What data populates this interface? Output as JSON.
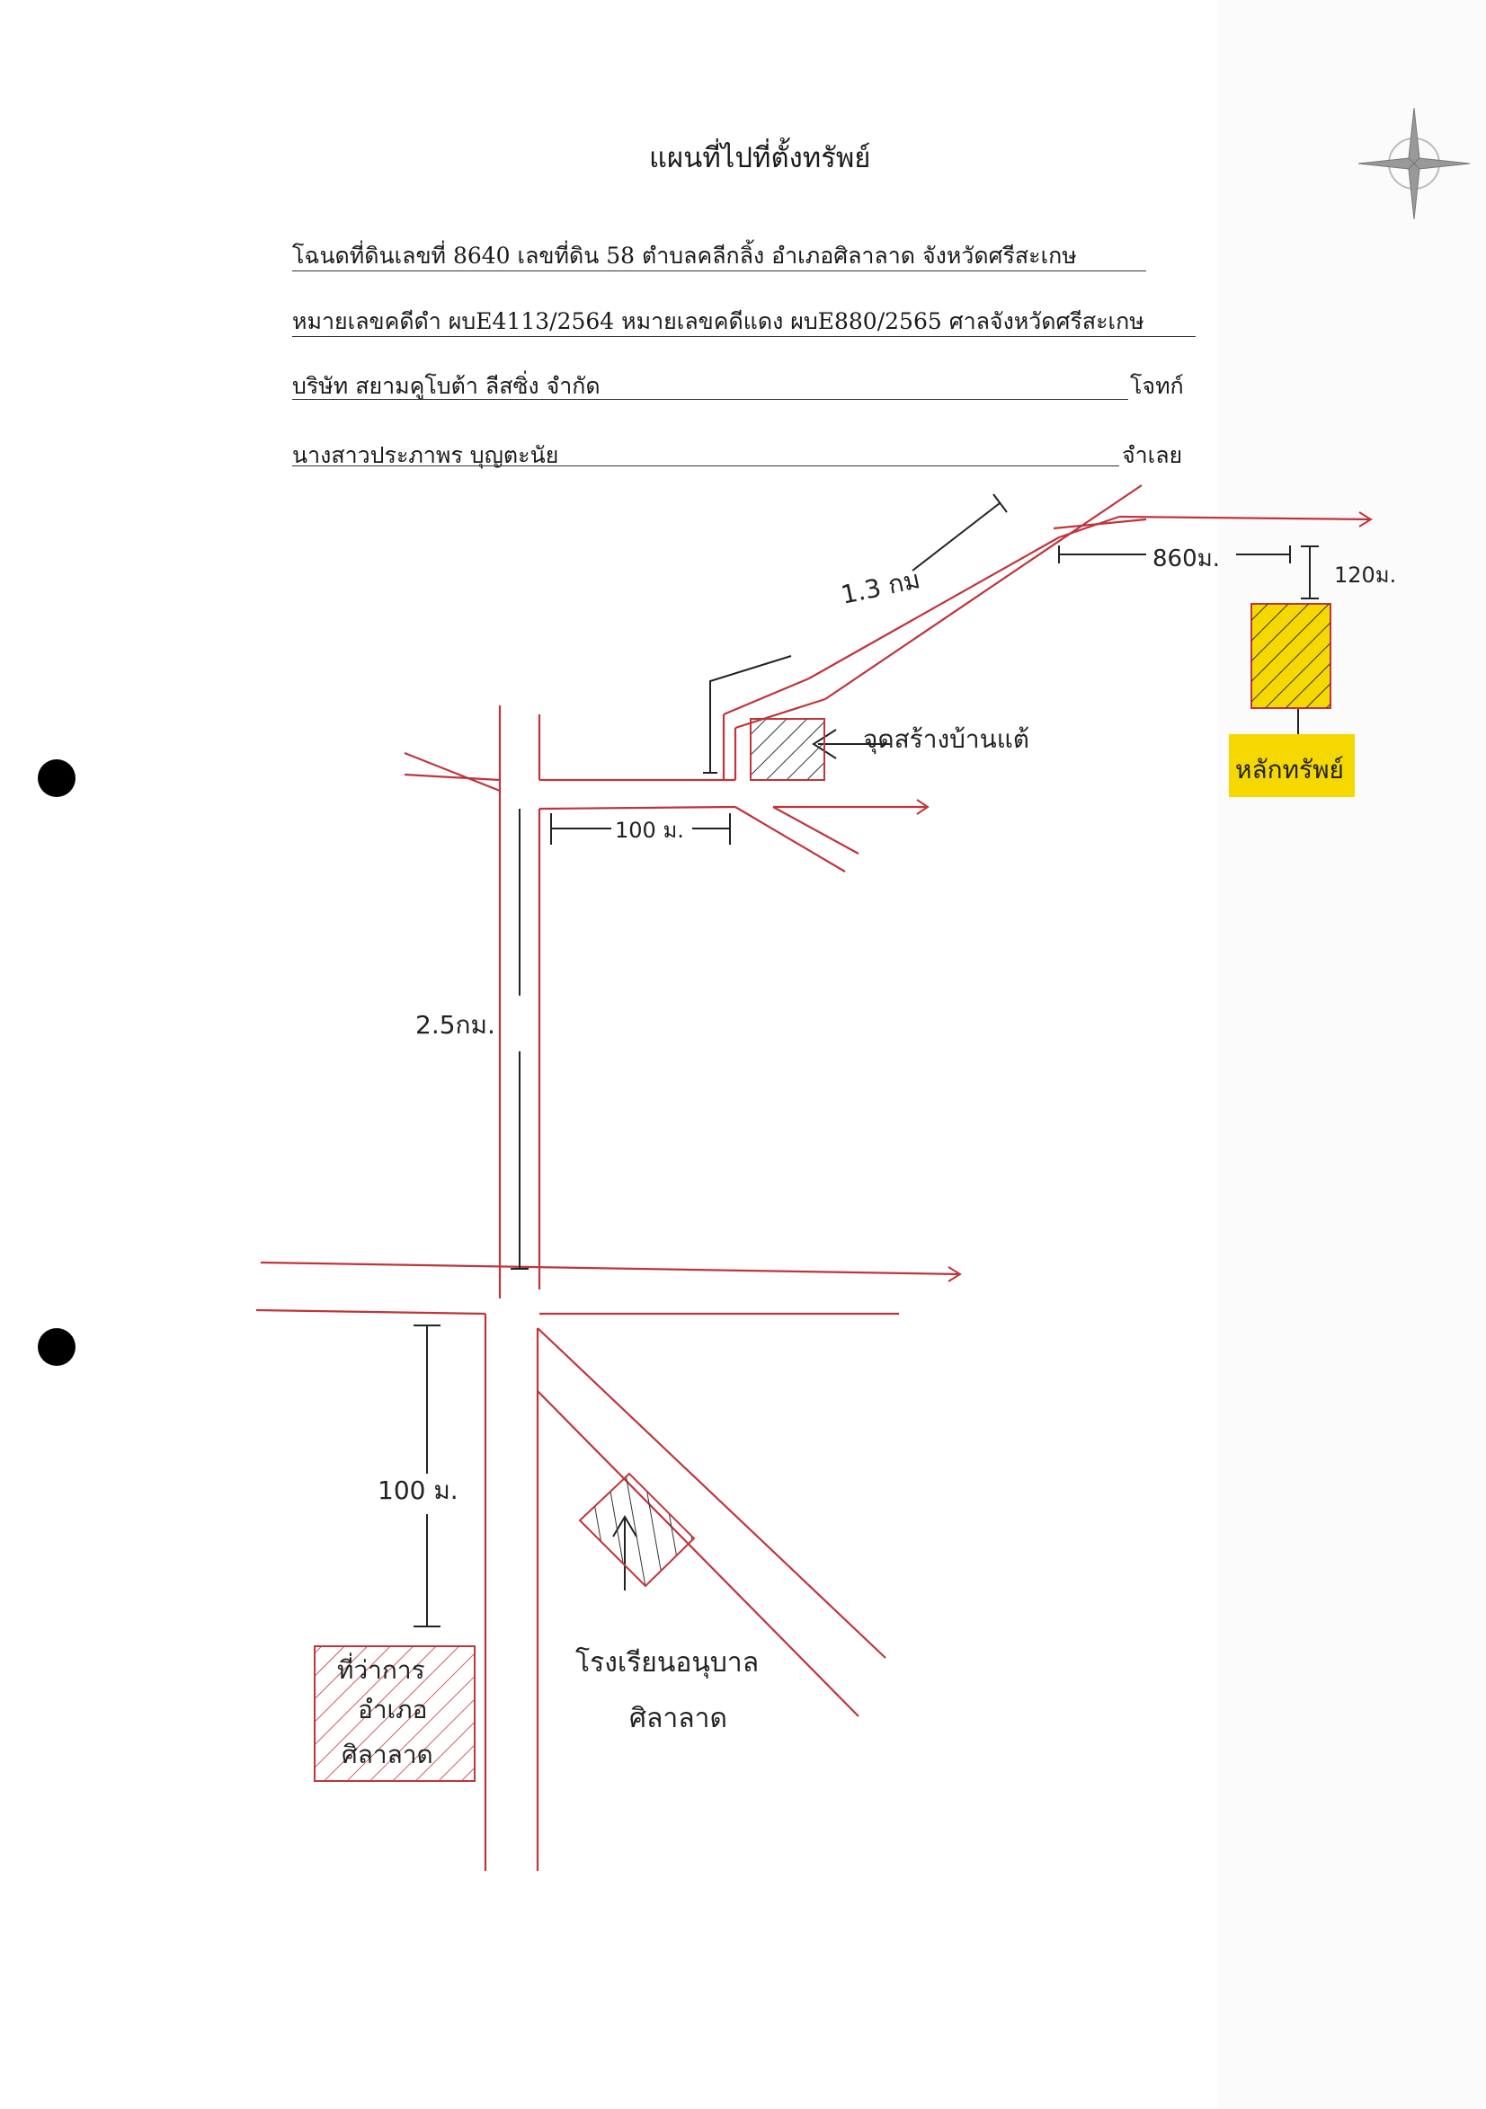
{
  "header": {
    "title": "แผนที่ไปที่ตั้งทรัพย์",
    "line1": "โฉนดที่ดินเลขที่ 8640 เลขที่ดิน 58 ตำบลคลีกลิ้ง อำเภอศิลาลาด จังหวัดศรีสะเกษ",
    "line2": "หมายเลขคดีดำ ผบE4113/2564 หมายเลขคดีแดง ผบE880/2565 ศาลจังหวัดศรีสะเกษ",
    "plaintiff_name": "บริษัท สยามคูโบต้า ลีสซิ่ง จำกัด",
    "plaintiff_role": "โจทก์",
    "defendant_name": "นางสาวประภาพร บุญตะนัย",
    "defendant_role": "จำเลย"
  },
  "map_labels": {
    "dist_1_3km": "1.3 กม",
    "dist_860m": "860ม.",
    "dist_120m": "120ม.",
    "shop": "จุดสร้างบ้านแต้",
    "property": "หลักทรัพย์",
    "dist_100m_top": "100 ม.",
    "dist_2_5km": "2.5กม.",
    "dist_100m_bottom": "100 ม.",
    "district_office_1": "ที่ว่าการ",
    "district_office_2": "อำเภอ",
    "district_office_3": "ศิลาลาด",
    "school_1": "โรงเรียนอนุบาล",
    "school_2": "ศิลาลาด"
  },
  "colors": {
    "road": "#c0343c",
    "ink": "#222222",
    "highlight": "#f5d800"
  },
  "icons": [
    "compass-rose-icon"
  ]
}
